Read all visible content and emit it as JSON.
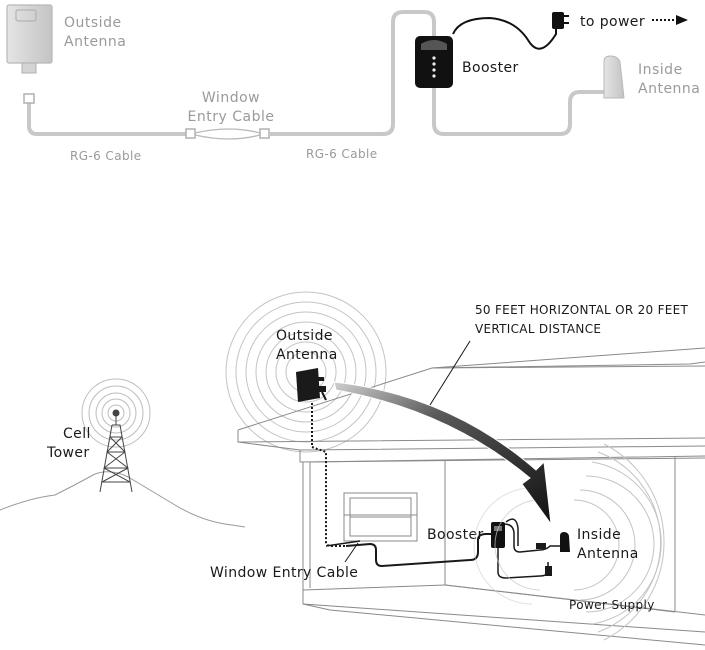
{
  "top_diagram": {
    "outside_antenna": [
      "Outside",
      "Antenna"
    ],
    "window_entry_cable": [
      "Window",
      "Entry Cable"
    ],
    "rg6_left": "RG-6 Cable",
    "rg6_right": "RG-6 Cable",
    "booster": "Booster",
    "to_power": "to power",
    "inside_antenna": [
      "Inside",
      "Antenna"
    ]
  },
  "bottom_diagram": {
    "distance_note": [
      "50 FEET HORIZONTAL OR 20 FEET",
      "VERTICAL DISTANCE"
    ],
    "outside_antenna": [
      "Outside",
      "Antenna"
    ],
    "cell_tower": [
      "Cell",
      "Tower"
    ],
    "booster": "Booster",
    "inside_antenna": [
      "Inside",
      "Antenna"
    ],
    "window_entry_cable": "Window Entry Cable",
    "power_supply": "Power Supply"
  },
  "colors": {
    "cable_gray": "#c8c8c8",
    "label_gray": "#9a9a9a",
    "ink": "#1a1a1a",
    "arrow_dark": "#2b2b2b"
  }
}
